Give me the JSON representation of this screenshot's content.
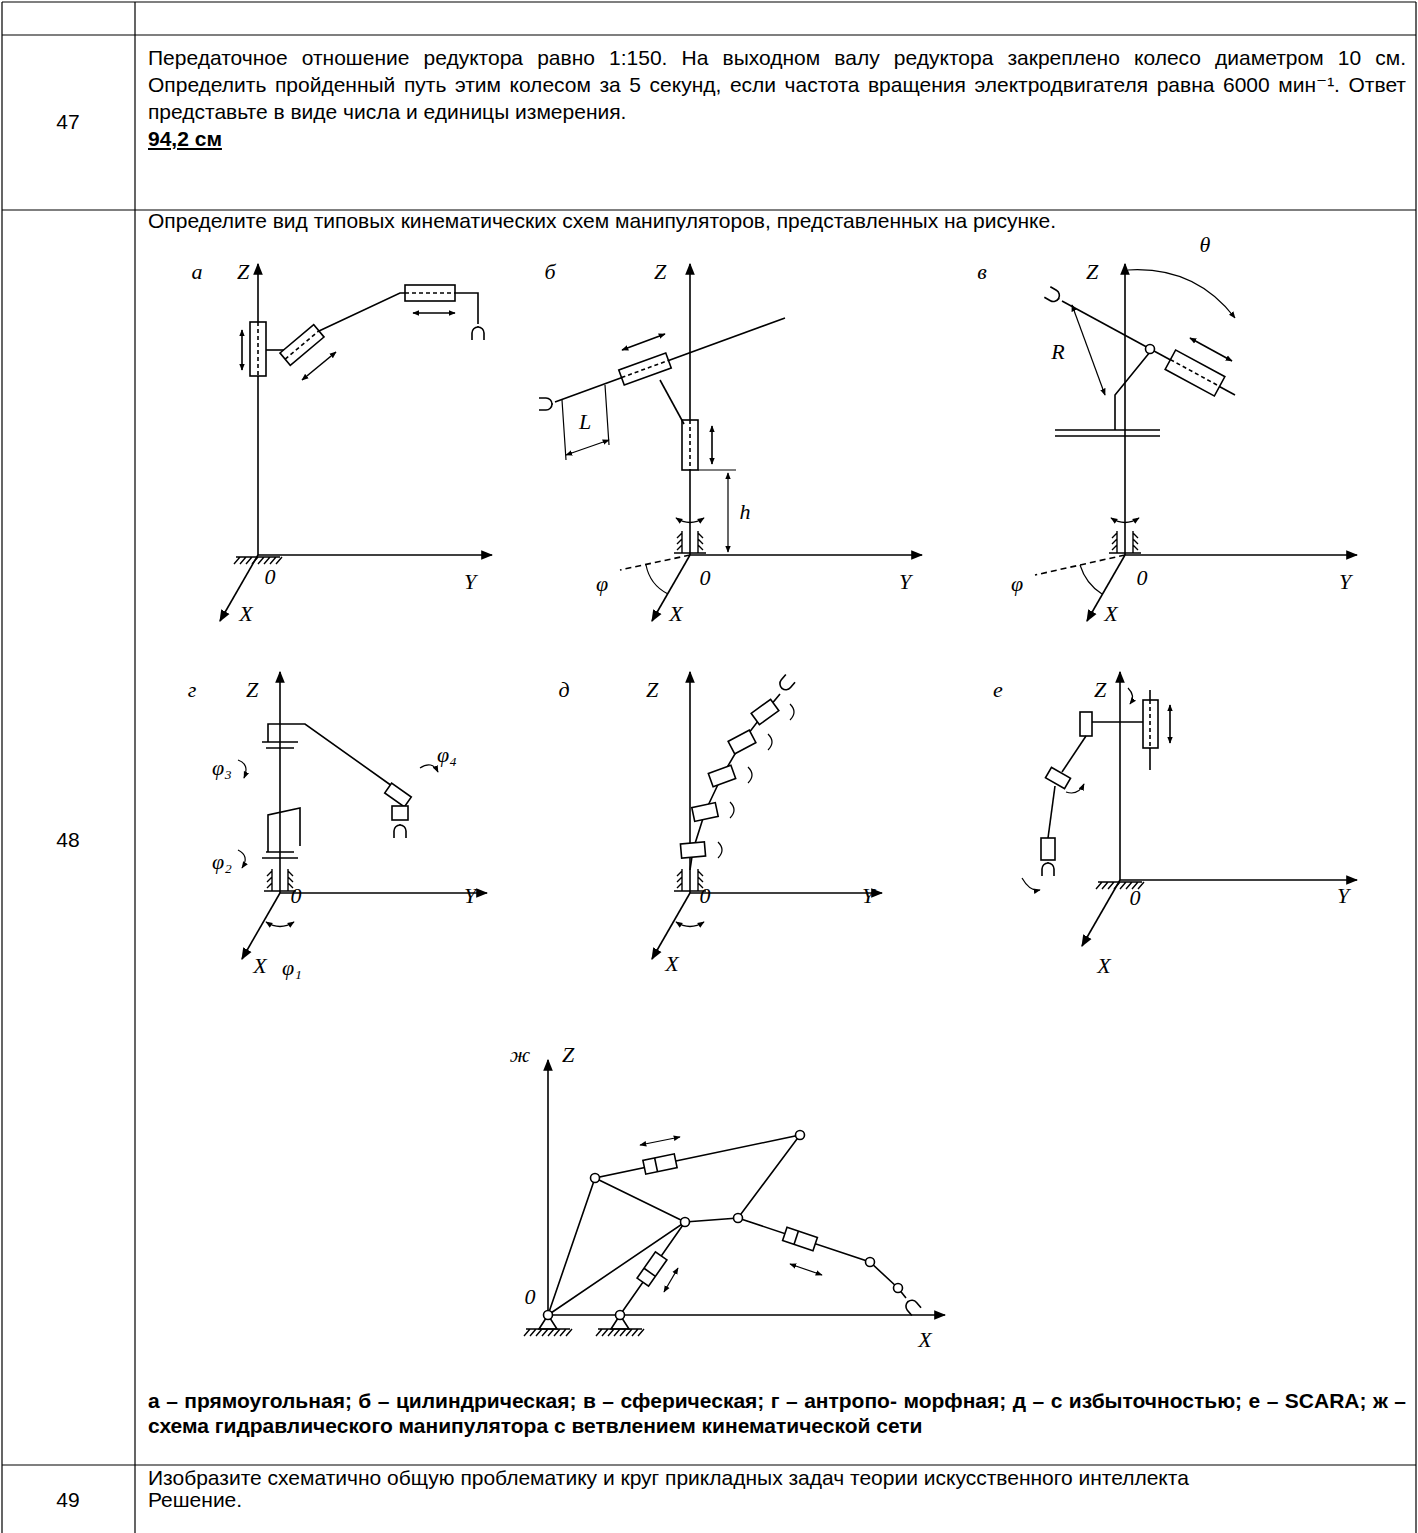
{
  "diagram": {
    "labels": [
      "47",
      "Передаточное отношение редуктора равно 1:150. На выходном валу редуктора закреплено колесо диаметром 10 см. Определить пройденный путь этим колесом за 5 секунд, если частота вращения электродвигателя равна 6000 мин⁻¹. Ответ представьте в виде числа и единицы измерения.",
      "94,2 см",
      "48",
      "Определите вид типовых кинематических схем манипуляторов, представленных на рисунке.",
      "а",
      "Z",
      "0",
      "Y",
      "X",
      "б",
      "Z",
      "L",
      "h",
      "0",
      "Y",
      "φ",
      "X",
      "в",
      "Z",
      "θ",
      "R",
      "φ",
      "0",
      "Y",
      "X",
      "г",
      "Z",
      "φ₃",
      "φ₄",
      "φ₂",
      "0",
      "Y",
      "X",
      "φ₁",
      "д",
      "Z",
      "0",
      "Y",
      "X",
      "е",
      "Z",
      "0",
      "Y",
      "X",
      "ж",
      "Z",
      "0",
      "X",
      "а – прямоугольная; б – цилиндрическая; в – сферическая; г – антропо- морфная; д – с избыточностью; е – SCARA; ж – схема гидравлического манипулятора с ветвлением кинематической сети",
      "49",
      "Изобразите схематично общую проблематику и круг прикладных задач теории искусственного интеллекта",
      "Решение."
    ]
  }
}
